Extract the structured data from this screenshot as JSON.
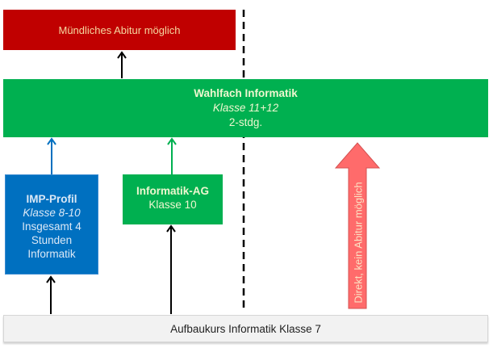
{
  "boxes": {
    "oral_abitur": {
      "label": "Mündliches Abitur möglich",
      "color": "#c00000"
    },
    "elective": {
      "title": "Wahlfach Informatik",
      "grade": "Klasse 11+12",
      "hours": "2-stdg.",
      "color": "#00b050"
    },
    "imp_profile": {
      "title": "IMP-Profil",
      "grade": "Klasse 8-10",
      "line1": "Insgesamt 4",
      "line2": "Stunden",
      "line3": "Informatik",
      "color": "#0070c0"
    },
    "informatics_ag": {
      "title": "Informatik-AG",
      "grade": "Klasse 10",
      "color": "#00b050"
    },
    "base_course": {
      "label": "Aufbaukurs Informatik Klasse 7",
      "color": "#f2f2f2"
    }
  },
  "direct_arrow": {
    "label": "Direkt, kein Abitur möglich",
    "color": "#ff6b6b"
  }
}
